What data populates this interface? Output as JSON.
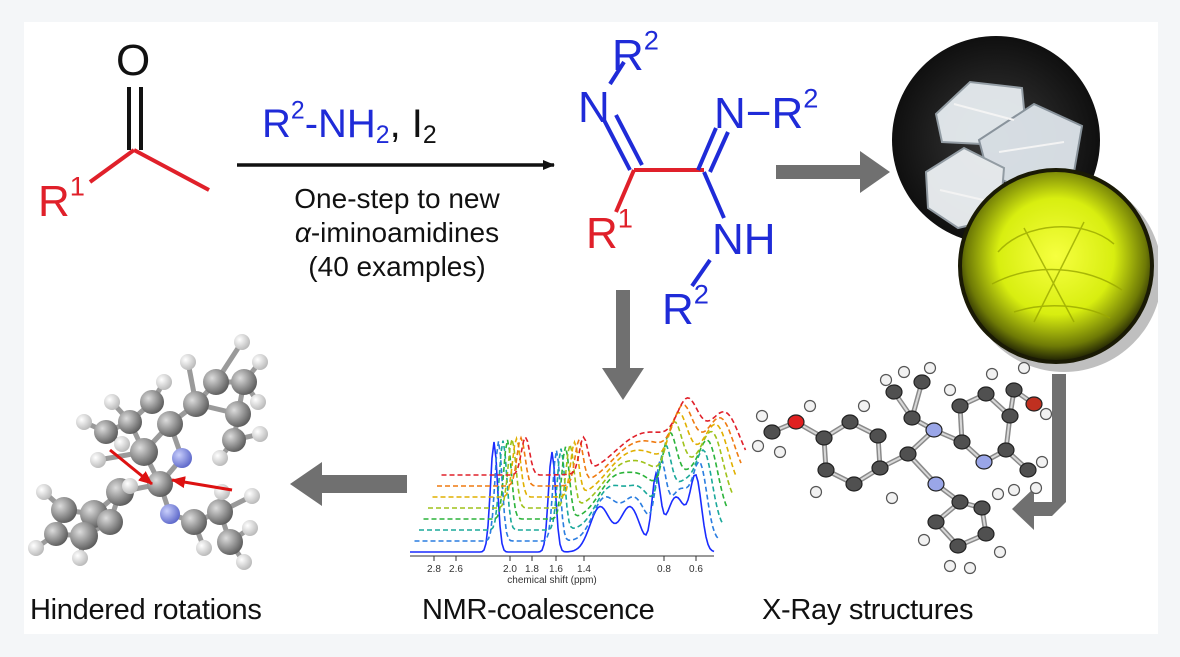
{
  "reagent": {
    "amine": "R",
    "amine_sup": "2",
    "amine_tail": "-NH",
    "amine_sub": "2",
    "sep": ", I",
    "iodine_sub": "2"
  },
  "conditions": {
    "line1": "One-step to new",
    "line2_greek": "α",
    "line2_rest": "-iminoamidines",
    "line3": "(40 examples)"
  },
  "ketone": {
    "oxygen": "O",
    "r1": "R",
    "r1_sup": "1"
  },
  "product": {
    "n_top": "N",
    "r2_top": "R",
    "r2_top_sup": "2",
    "n_right": "N",
    "dash": "−",
    "r2_right": "R",
    "r2_right_sup": "2",
    "r1": "R",
    "r1_sup": "1",
    "nh": "NH",
    "r2_bottom": "R",
    "r2_bottom_sup": "2"
  },
  "captions": {
    "left": "Hindered rotations",
    "middle": "NMR-coalescence",
    "right": "X-Ray structures"
  },
  "nmr_axis": {
    "ticks": [
      "2.8",
      "2.6",
      "2.0",
      "1.8",
      "1.6",
      "1.4",
      "0.8",
      "0.6"
    ],
    "label": "chemical shift (ppm)"
  },
  "colors": {
    "r1_red": "#e0202a",
    "r2_blue": "#1f2bd8",
    "arrow_gray": "#707070",
    "crystal_glow": "#e8ff1a"
  }
}
